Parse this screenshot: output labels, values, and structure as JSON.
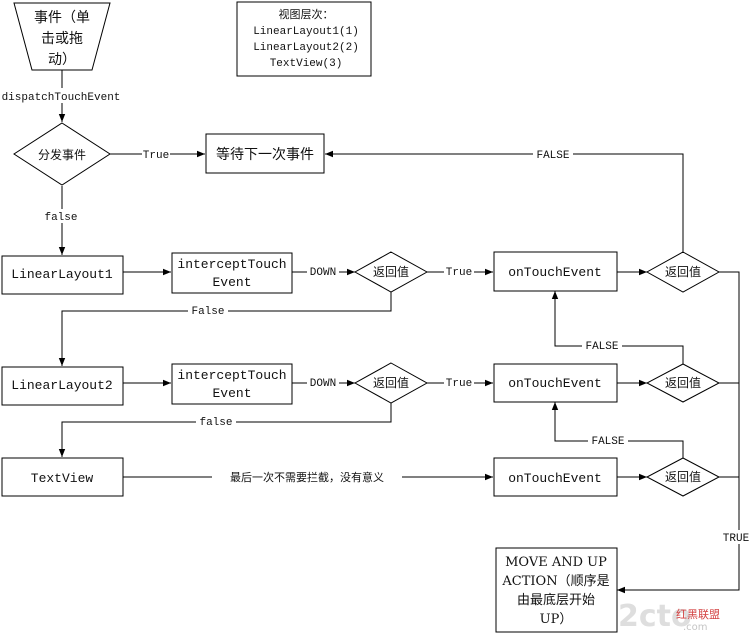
{
  "start": {
    "lines": [
      "事件（单",
      "击或拖",
      "动）"
    ]
  },
  "legend": {
    "title": "视图层次：",
    "lines": [
      "LinearLayout1(1)",
      "LinearLayout2(2)",
      "TextView(3)"
    ]
  },
  "dispatch_label": "dispatchTouchEvent",
  "dispatch_decision": "分发事件",
  "wait_box": "等待下一次事件",
  "views": {
    "ll1": "LinearLayout1",
    "ll2": "LinearLayout2",
    "tv": "TextView"
  },
  "intercept": {
    "line1": "interceptTouch",
    "line2": "Event"
  },
  "ontouch": "onTouchEvent",
  "return_decision": "返回值",
  "final_box": {
    "lines": [
      "MOVE AND UP",
      "ACTION（顺序是",
      "由最底层开始",
      "UP）"
    ]
  },
  "edge_labels": {
    "true_wait": "True",
    "false_top": "FALSE",
    "false_dispatch": "false",
    "down1": "DOWN",
    "true1": "True",
    "false1": "False",
    "false_mid1": "FALSE",
    "down2": "DOWN",
    "true2": "True",
    "false2": "false",
    "false_mid2": "FALSE",
    "tv_note": "最后一次不需要拦截，没有意义",
    "true_final": "TRUE"
  },
  "watermark": {
    "brand": "2cto",
    "suffix": ".com",
    "cn": "红黑联盟"
  }
}
